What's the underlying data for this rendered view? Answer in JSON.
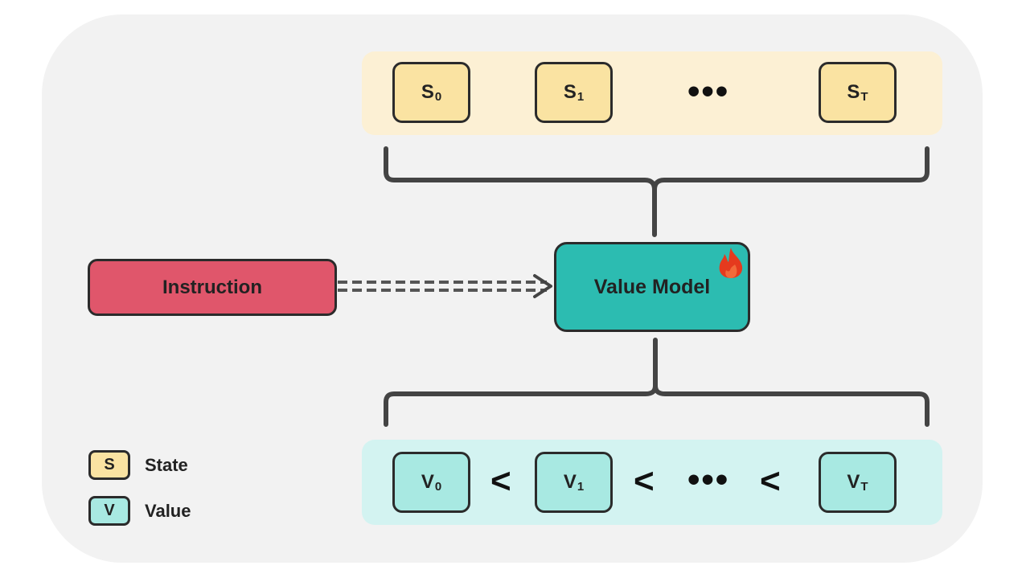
{
  "states": [
    {
      "symbol": "S",
      "sub": "0"
    },
    {
      "symbol": "S",
      "sub": "1"
    },
    {
      "symbol": "S",
      "sub": "T"
    }
  ],
  "values": [
    {
      "symbol": "V",
      "sub": "0"
    },
    {
      "symbol": "V",
      "sub": "1"
    },
    {
      "symbol": "V",
      "sub": "T"
    }
  ],
  "ellipsis": "•••",
  "comparator": "<",
  "instruction_label": "Instruction",
  "model_label": "Value Model",
  "model_icon": "flame-icon",
  "legend": [
    {
      "symbol": "S",
      "label": "State",
      "color": "#fae3a2"
    },
    {
      "symbol": "V",
      "label": "Value",
      "color": "#a8e9e2"
    }
  ],
  "colors": {
    "state_fill": "#fae3a2",
    "state_band": "#fcf0d4",
    "value_fill": "#a8e9e2",
    "value_band": "#d3f3f1",
    "instruction_fill": "#e0566b",
    "model_fill": "#2cbcb1",
    "flame": "#e53a1e"
  }
}
